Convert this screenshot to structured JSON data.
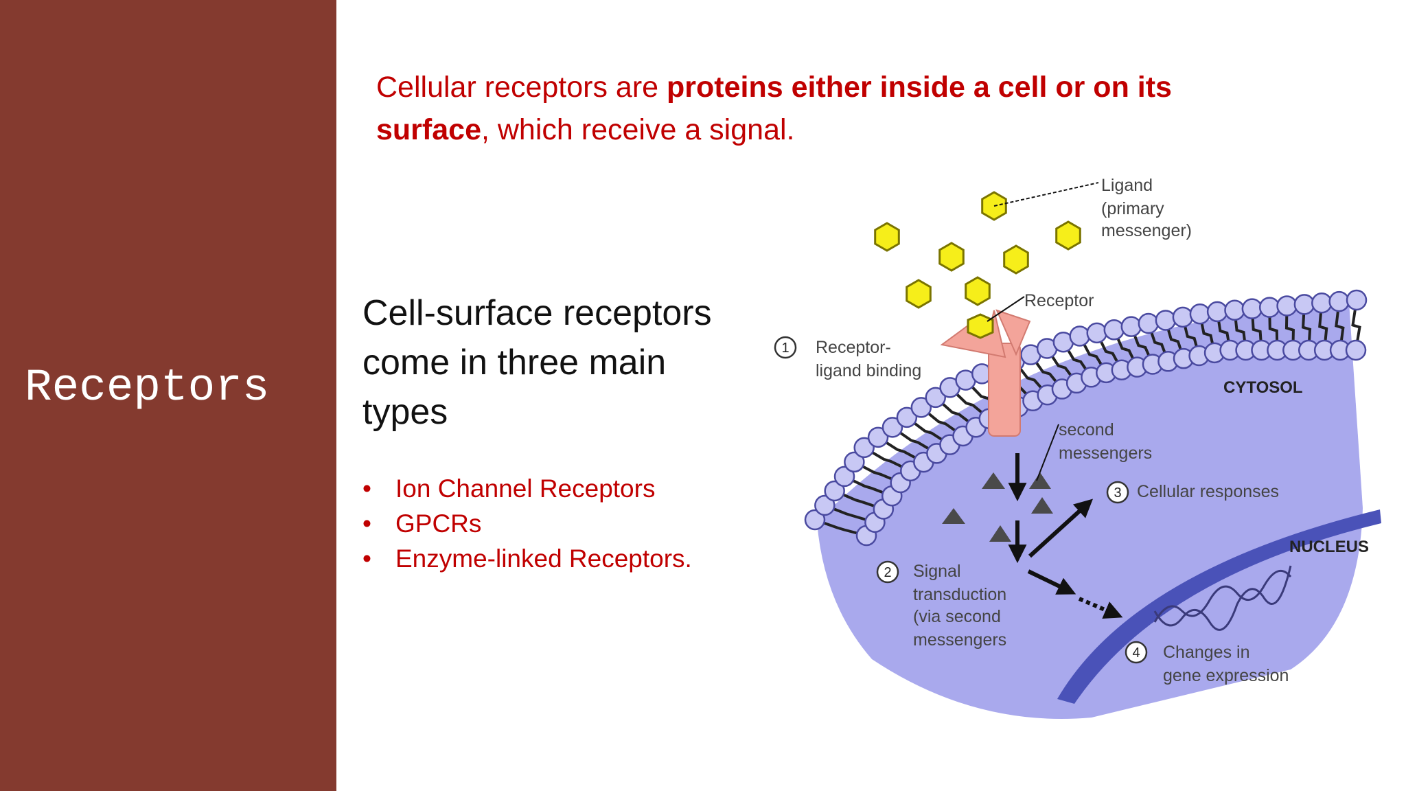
{
  "slide": {
    "title": "Receptors",
    "intro": {
      "part1": "Cellular receptors are ",
      "bold1": "proteins either inside a cell or on its surface",
      "part2": ", which receive a signal."
    },
    "heading": "Cell-surface receptors come in three main types",
    "types": [
      "Ion Channel Receptors",
      "GPCRs",
      "Enzyme-linked Receptors."
    ],
    "bullet_char": "•"
  },
  "diagram": {
    "labels": {
      "ligand_1": "Ligand",
      "ligand_2": "(primary",
      "ligand_3": "messenger)",
      "receptor": "Receptor",
      "step1_num": "1",
      "step1_line1": "Receptor-",
      "step1_line2": "ligand binding",
      "cytosol": "CYTOSOL",
      "second_1": "second",
      "second_2": "messengers",
      "step3_num": "3",
      "step3": "Cellular responses",
      "nucleus": "NUCLEUS",
      "step2_num": "2",
      "step2_line1": "Signal",
      "step2_line2": "transduction",
      "step2_line3": "(via second",
      "step2_line4": "messengers",
      "step4_num": "4",
      "step4_line1": "Changes in",
      "step4_line2": "gene expression"
    },
    "colors": {
      "cytosol": "#9a9aea",
      "head": "#c8c8f4",
      "ligand": "#f6ee1a",
      "receptor": "#f3a49a",
      "nucleus": "#4a52b8"
    }
  }
}
